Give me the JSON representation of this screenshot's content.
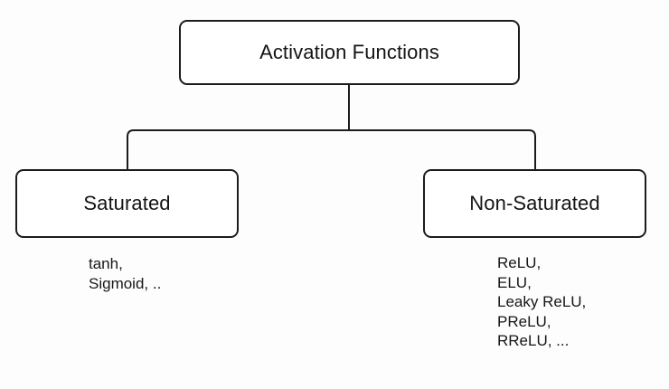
{
  "diagram": {
    "title": "Activation Functions",
    "background_color": "#fdfdfd",
    "line_color": "#1c1c1c",
    "text_color": "#141414",
    "root": {
      "label": "Activation Functions"
    },
    "branches": [
      {
        "id": "saturated",
        "label": "Saturated",
        "examples": [
          "tanh,",
          "Sigmoid, .."
        ]
      },
      {
        "id": "non-saturated",
        "label": "Non-Saturated",
        "examples": [
          "ReLU,",
          "ELU,",
          "Leaky ReLU,",
          "PReLU,",
          "RReLU, ..."
        ]
      }
    ]
  }
}
